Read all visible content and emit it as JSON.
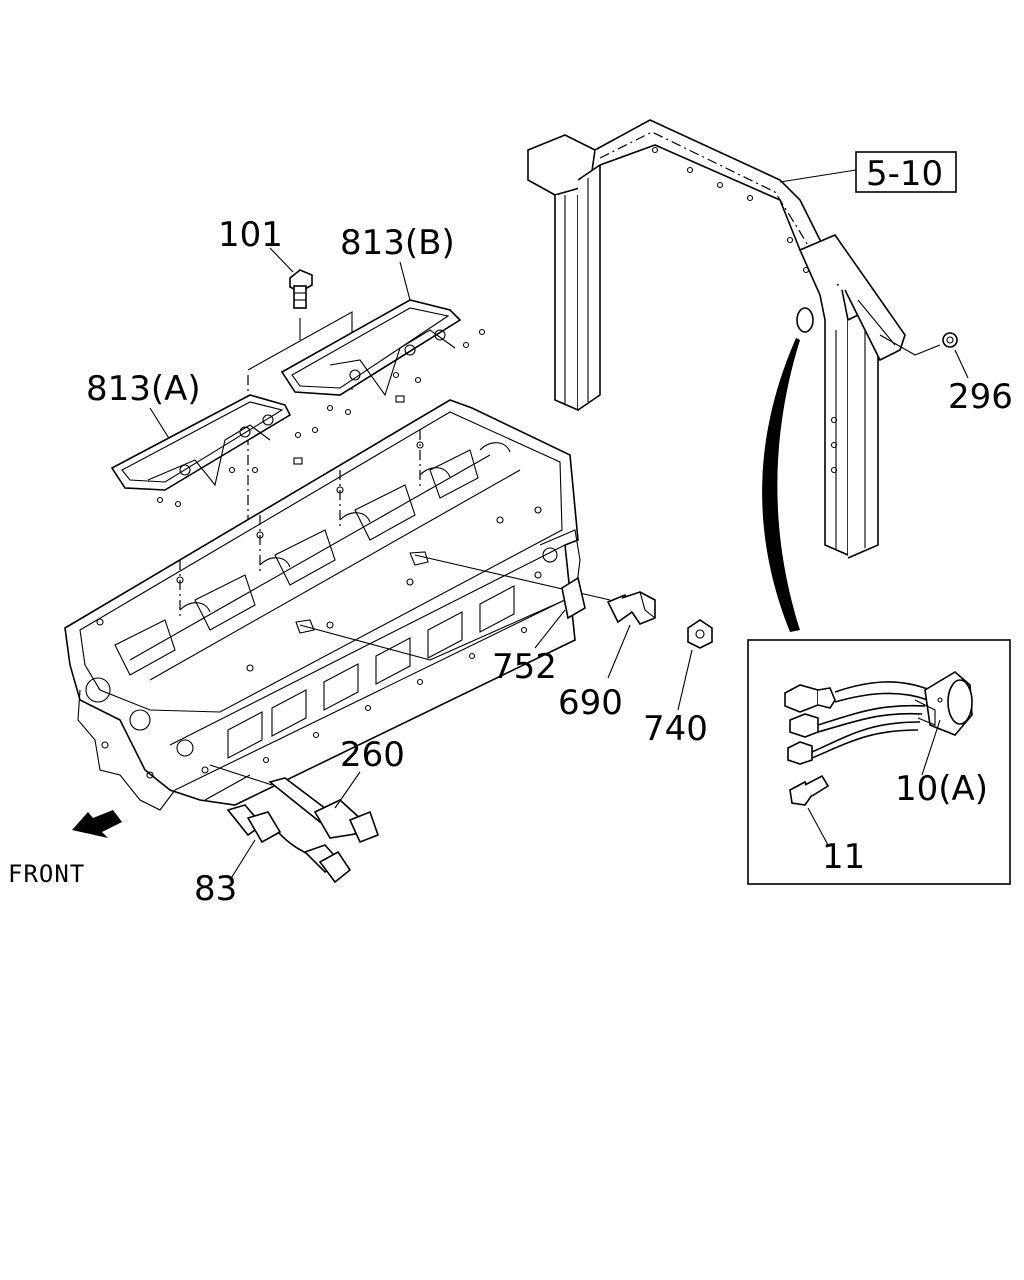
{
  "labels": {
    "l101": "101",
    "l813b": "813(B)",
    "l813a": "813(A)",
    "l510": "5-10",
    "l296": "296",
    "l752": "752",
    "l690": "690",
    "l740": "740",
    "l260": "260",
    "l83": "83",
    "l10a": "10(A)",
    "l11": "11",
    "front": "FRONT"
  },
  "icons": {
    "front_arrow": "arrow-down-left-icon"
  },
  "colors": {
    "ink": "#000000",
    "paper": "#ffffff"
  }
}
